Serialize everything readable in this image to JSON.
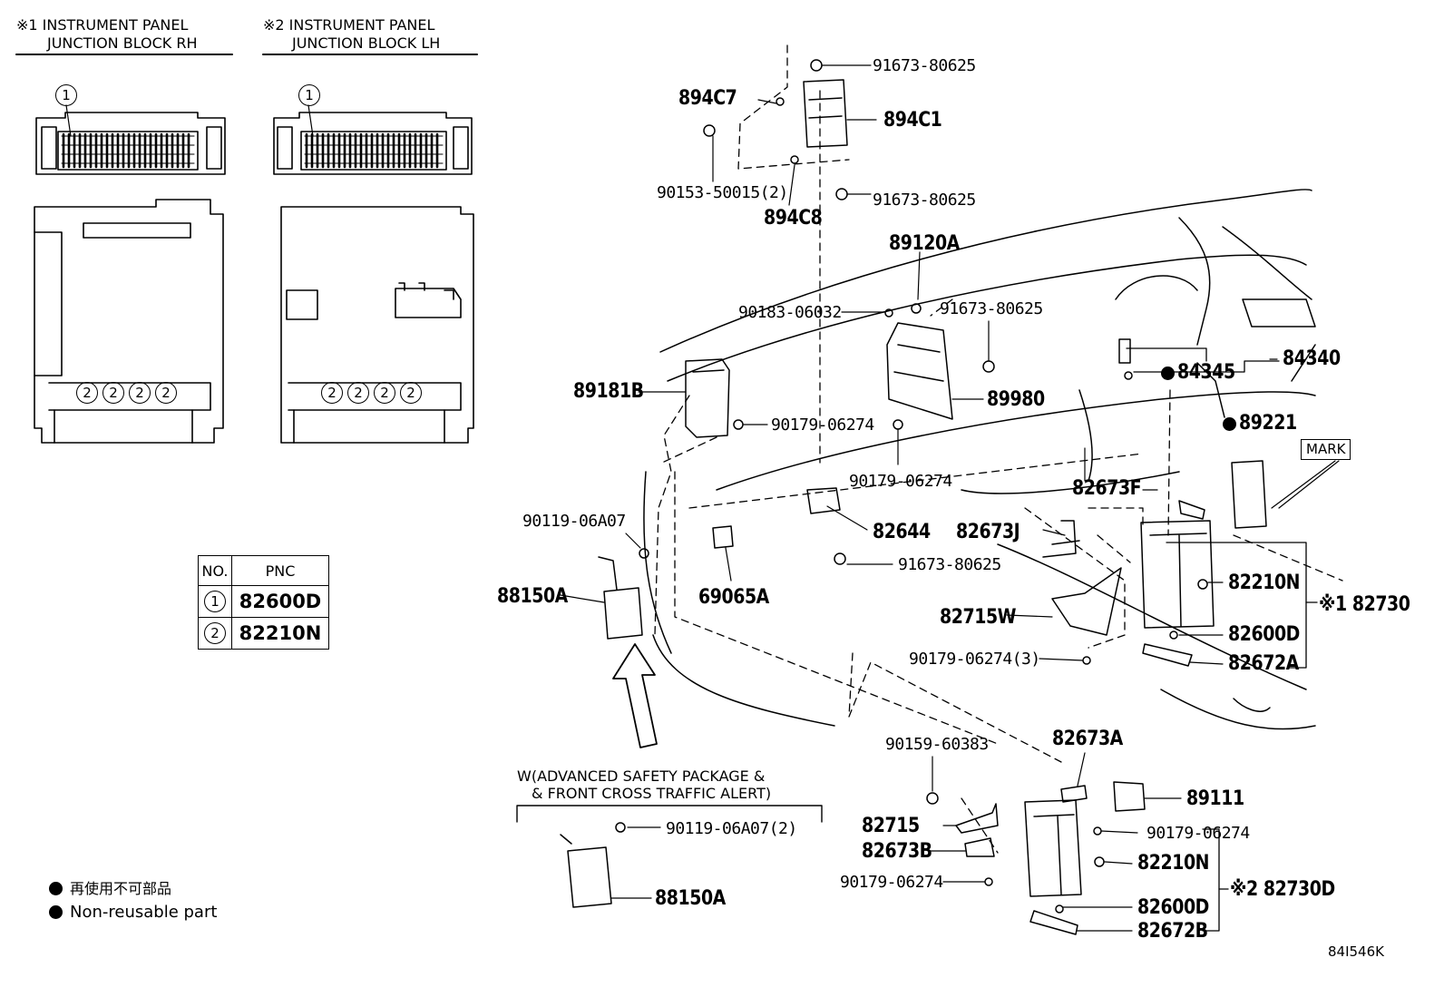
{
  "junction_rh": {
    "title1": "※1 INSTRUMENT PANEL",
    "title2": "JUNCTION BLOCK RH",
    "marker_top": "1",
    "markers_bottom": [
      "2",
      "2",
      "2",
      "2"
    ]
  },
  "junction_lh": {
    "title1": "※2 INSTRUMENT PANEL",
    "title2": "JUNCTION BLOCK LH",
    "marker_top": "1",
    "markers_bottom": [
      "2",
      "2",
      "2",
      "2"
    ]
  },
  "pnc_table": {
    "header_no": "NO.",
    "header_pnc": "PNC",
    "rows": [
      {
        "no": "1",
        "pnc": "82600D"
      },
      {
        "no": "2",
        "pnc": "82210N"
      }
    ]
  },
  "option_note": {
    "line1": "W(ADVANCED SAFETY PACKAGE &",
    "line2": "& FRONT CROSS TRAFFIC ALERT)"
  },
  "legend": {
    "jp": "再使用不可部品",
    "en": "Non-reusable part"
  },
  "mark_box": "MARK",
  "figure_id": "84I546K",
  "labels": {
    "p91673_top": "91673-80625",
    "p894C7": "894C7",
    "p894C1": "894C1",
    "p90153": "90153-50015(2)",
    "p894C8": "894C8",
    "p91673_mid": "91673-80625",
    "p89120A": "89120A",
    "p90183": "90183-06032",
    "p91673_b": "91673-80625",
    "p84340": "84340",
    "p84345": "84345",
    "p89181B": "89181B",
    "p89980": "89980",
    "p90179_a": "90179-06274",
    "p89221": "89221",
    "p90179_b": "90179-06274",
    "p82673F": "82673F",
    "p90119_a": "90119-06A07",
    "p82644": "82644",
    "p82673J": "82673J",
    "p91673_c": "91673-80625",
    "p88150A_a": "88150A",
    "p69065A": "69065A",
    "p82210N_a": "82210N",
    "p82730": "※1 82730",
    "p82715W": "82715W",
    "p82600D_a": "82600D",
    "p90179_3": "90179-06274(3)",
    "p82672A": "82672A",
    "p90159": "90159-60383",
    "p82673A": "82673A",
    "p89111": "89111",
    "p82715": "82715",
    "p90179_c": "90179-06274",
    "p90119_b": "90119-06A07(2)",
    "p82673B": "82673B",
    "p82210N_b": "82210N",
    "p90179_d": "90179-06274",
    "p82730D": "※2 82730D",
    "p88150A_b": "88150A",
    "p82600D_b": "82600D",
    "p82672B": "82672B"
  }
}
